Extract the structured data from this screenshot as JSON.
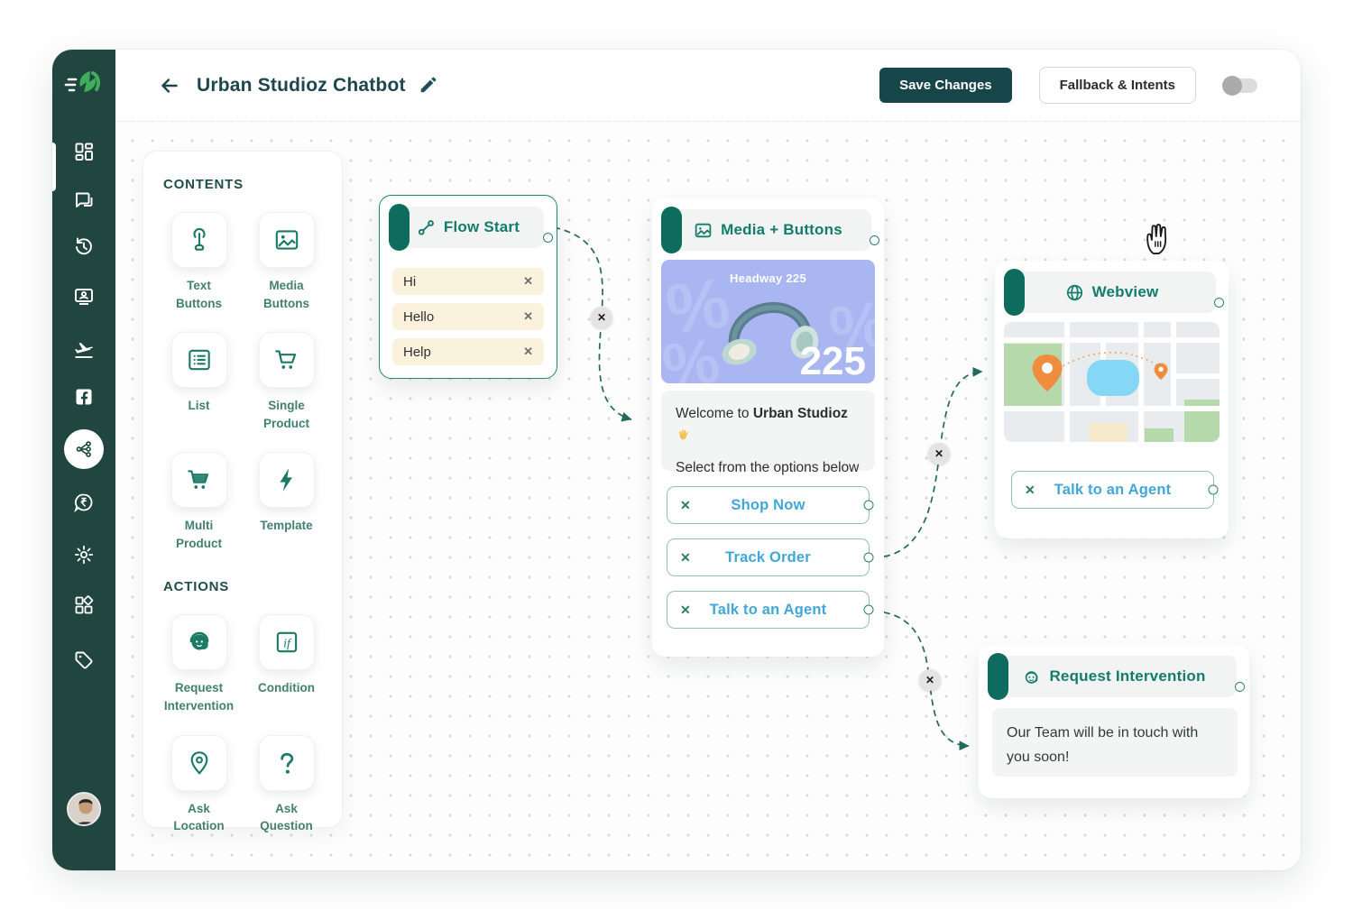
{
  "glyphs": {
    "close": "✕"
  },
  "colors": {
    "sidebar_bg": "#21453F",
    "accent_teal": "#147C6C",
    "accent_bar": "#0D6C5E",
    "save_button_bg": "#16454A",
    "button_blue": "#41A7D9",
    "chip_bg": "#FBF2DE",
    "media_bg": "#A9B6F2",
    "pin_orange": "#F08C3E"
  },
  "header": {
    "title": "Urban Studioz Chatbot",
    "save_button": "Save Changes",
    "fallback_button": "Fallback & Intents"
  },
  "sidebar": {
    "icons": [
      "dashboard",
      "chats",
      "history",
      "contacts",
      "flight-broadcast",
      "facebook",
      "flows",
      "payments",
      "settings",
      "integrations",
      "tags"
    ]
  },
  "palette": {
    "contents_title": "CONTENTS",
    "actions_title": "ACTIONS",
    "contents": [
      {
        "label": "Text Buttons",
        "icon": "tap-icon"
      },
      {
        "label": "Media Buttons",
        "icon": "image-icon"
      },
      {
        "label": "List",
        "icon": "list-icon"
      },
      {
        "label": "Single Product",
        "icon": "cart-icon"
      },
      {
        "label": "Multi Product",
        "icon": "cart-filled-icon"
      },
      {
        "label": "Template",
        "icon": "bolt-icon"
      }
    ],
    "actions": [
      {
        "label": "Request Intervention",
        "icon": "agent-icon"
      },
      {
        "label": "Condition",
        "icon": "if-icon"
      },
      {
        "label": "Ask Location",
        "icon": "pin-icon"
      },
      {
        "label": "Ask Question",
        "icon": "question-icon"
      }
    ]
  },
  "canvas": {
    "nodes": {
      "flow_start": {
        "title": "Flow Start",
        "keywords": [
          {
            "label": "Hi"
          },
          {
            "label": "Hello"
          },
          {
            "label": "Help"
          }
        ]
      },
      "media": {
        "title": "Media + Buttons",
        "media_title": "Headway 225",
        "media_badge": "225",
        "watermark": "%",
        "message_line1_prefix": "Welcome to ",
        "message_line1_bold": "Urban Studioz",
        "message_line1_emoji": "👋",
        "message_line2": "Select from the options below",
        "buttons": [
          {
            "label": "Shop Now"
          },
          {
            "label": "Track Order"
          },
          {
            "label": "Talk to an Agent"
          }
        ]
      },
      "webview": {
        "title": "Webview",
        "buttons": [
          {
            "label": "Talk to an Agent"
          }
        ]
      },
      "request_intervention": {
        "title": "Request Intervention",
        "message": "Our Team will be in touch with you soon!"
      }
    }
  }
}
